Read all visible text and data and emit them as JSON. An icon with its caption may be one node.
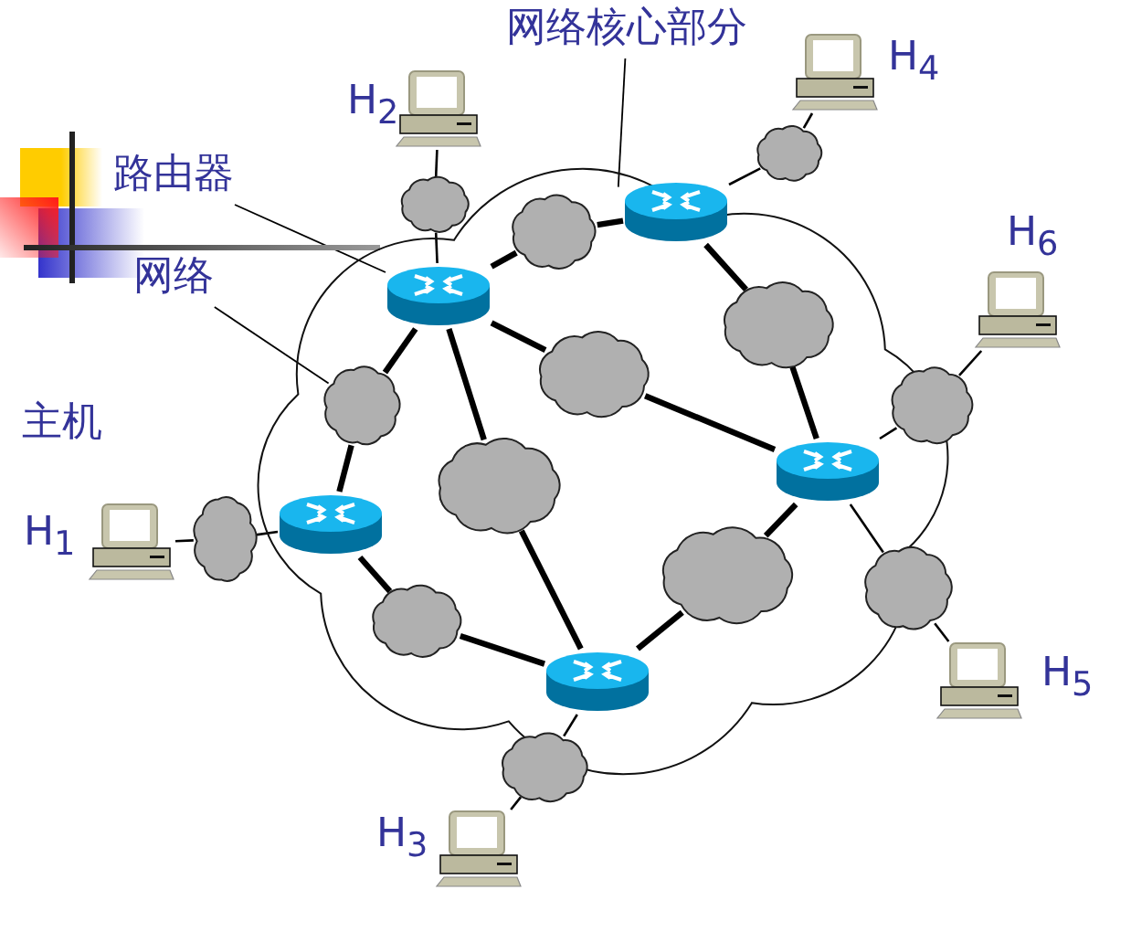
{
  "diagram": {
    "nodes": [
      {
        "text": [
          "网络核心部分"
        ]
      },
      {
        "text": [
          "路由器"
        ]
      },
      {
        "text": [
          "网络"
        ]
      },
      {
        "text": [],
        "shape": "picture",
        "beside": [
          "H$_{2}$"
        ]
      },
      {
        "text": [],
        "shape": "picture",
        "beside": [
          "H$_{4}$"
        ]
      },
      {
        "text": [],
        "shape": "picture",
        "beside": [
          "H$_{6}$"
        ]
      },
      {
        "text": [],
        "shape": "picture",
        "beside": [
          "H$_{1}$"
        ]
      },
      {
        "text": [],
        "shape": "picture",
        "beside": [
          "H$_{5}$"
        ]
      },
      {
        "text": [],
        "shape": "picture",
        "beside": [
          "H$_{3}$"
        ]
      },
      {
        "text": [],
        "shape": "cloud"
      },
      {
        "text": [],
        "shape": "cylinder",
        "in": 9
      },
      {
        "text": [],
        "shape": "cylinder",
        "in": 9
      },
      {
        "text": [],
        "shape": "cylinder",
        "in": 9
      },
      {
        "text": [],
        "shape": "cylinder",
        "in": 9
      },
      {
        "text": [],
        "shape": "cylinder",
        "in": 9
      },
      {
        "text": [],
        "shape": "cloud"
      },
      {
        "text": [],
        "shape": "cloud"
      },
      {
        "text": [],
        "shape": "cloud",
        "in": 9
      },
      {
        "text": [],
        "shape": "cloud",
        "in": 9
      },
      {
        "text": [],
        "shape": "cloud",
        "in": 9
      },
      {
        "text": [],
        "shape": "cloud",
        "in": 9
      },
      {
        "text": [],
        "shape": "cloud"
      },
      {
        "text": [],
        "shape": "cloud",
        "in": 9
      },
      {
        "text": [],
        "shape": "cloud"
      },
      {
        "text": [],
        "shape": "cloud"
      },
      {
        "text": [],
        "shape": "cloud",
        "in": 9
      },
      {
        "text": [],
        "shape": "cloud",
        "in": 9
      },
      {
        "text": [],
        "shape": "cloud"
      }
    ],
    "edges": [
      {
        "from": 0,
        "to": 9,
        "arrow": "none"
      },
      {
        "from": 1,
        "to": 11,
        "arrow": "none"
      },
      {
        "from": 2,
        "to": 20,
        "arrow": "none"
      },
      {
        "from": 3,
        "to": 15,
        "arrow": "none"
      },
      {
        "from": 15,
        "to": 11,
        "arrow": "none"
      },
      {
        "from": 4,
        "to": 16,
        "arrow": "none"
      },
      {
        "from": 16,
        "to": 10,
        "arrow": "none"
      },
      {
        "from": 5,
        "to": 21,
        "arrow": "none"
      },
      {
        "from": 21,
        "to": 12,
        "arrow": "none"
      },
      {
        "from": 6,
        "to": 23,
        "arrow": "none"
      },
      {
        "from": 23,
        "to": 13,
        "arrow": "none"
      },
      {
        "from": 12,
        "to": 24,
        "arrow": "none"
      },
      {
        "from": 24,
        "to": 7,
        "arrow": "none"
      },
      {
        "from": 14,
        "to": 27,
        "arrow": "none"
      },
      {
        "from": 27,
        "to": 8,
        "arrow": "none"
      },
      {
        "from": 11,
        "to": 17,
        "arrow": "none",
        "style": "thick"
      },
      {
        "from": 17,
        "to": 10,
        "arrow": "none",
        "style": "thick"
      },
      {
        "from": 11,
        "to": 20,
        "arrow": "none",
        "style": "thick"
      },
      {
        "from": 20,
        "to": 13,
        "arrow": "none",
        "style": "thick"
      },
      {
        "from": 11,
        "to": 19,
        "arrow": "none",
        "style": "thick"
      },
      {
        "from": 19,
        "to": 12,
        "arrow": "none",
        "style": "thick"
      },
      {
        "from": 11,
        "to": 22,
        "arrow": "none",
        "style": "thick"
      },
      {
        "from": 22,
        "to": 14,
        "arrow": "none",
        "style": "thick"
      },
      {
        "from": 10,
        "to": 18,
        "arrow": "none",
        "style": "thick"
      },
      {
        "from": 18,
        "to": 12,
        "arrow": "none",
        "style": "thick"
      },
      {
        "from": 13,
        "to": 26,
        "arrow": "none",
        "style": "thick"
      },
      {
        "from": 26,
        "to": 14,
        "arrow": "none",
        "style": "thick"
      },
      {
        "from": 12,
        "to": 25,
        "arrow": "none",
        "style": "thick"
      },
      {
        "from": 25,
        "to": 14,
        "arrow": "none",
        "style": "thick"
      }
    ],
    "labels": [
      "主机"
    ]
  }
}
